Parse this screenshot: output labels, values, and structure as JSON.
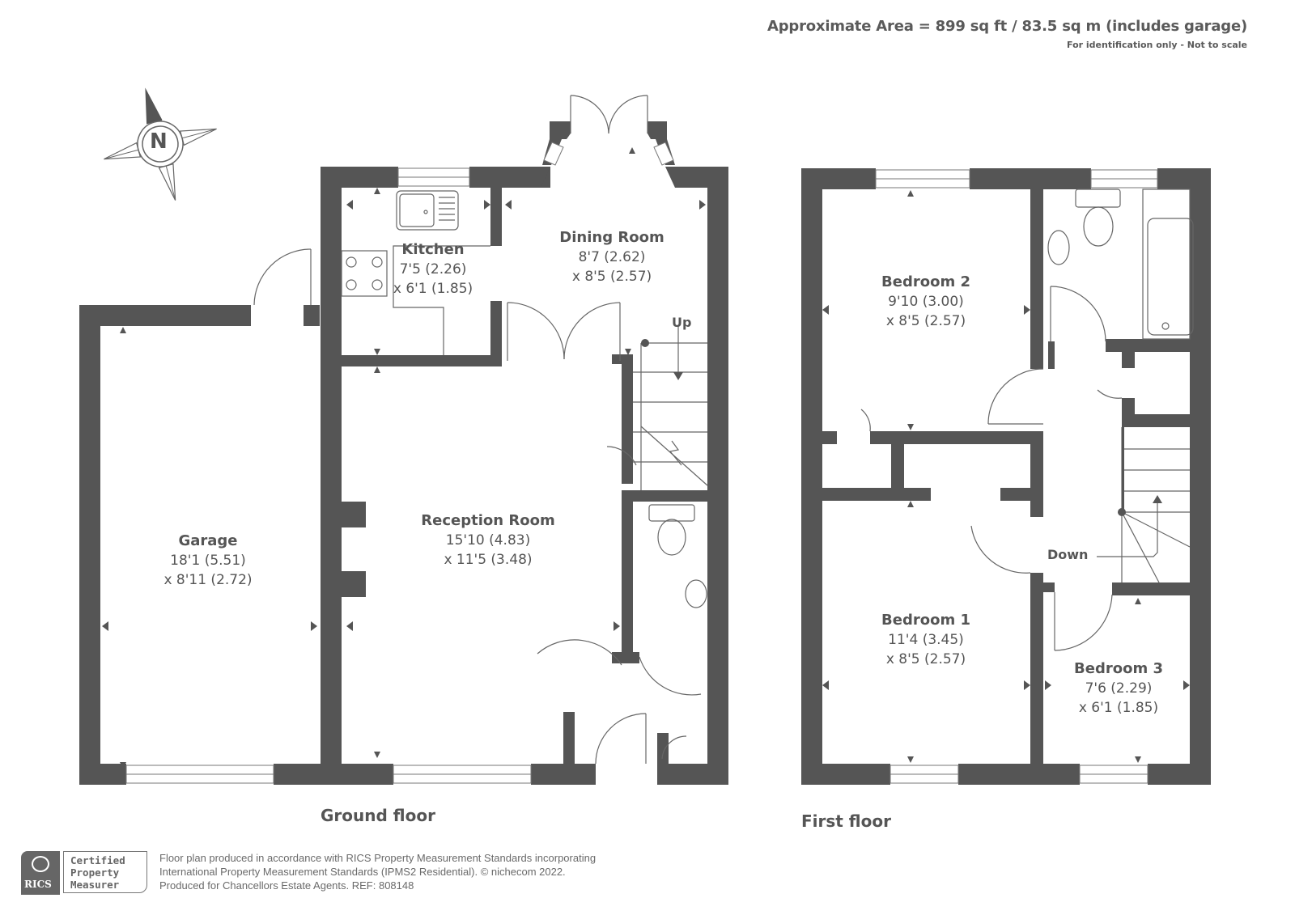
{
  "header": {
    "area_title": "Approximate Area = 899 sq ft / 83.5 sq m (includes garage)",
    "disclaimer": "For identification only - Not to scale"
  },
  "compass": {
    "label": "N",
    "icon": "north-compass-icon"
  },
  "ground_floor": {
    "label": "Ground floor",
    "rooms": [
      {
        "name": "Kitchen",
        "dim1": "7'5 (2.26)",
        "dim2": "x 6'1 (1.85)"
      },
      {
        "name": "Dining Room",
        "dim1": "8'7 (2.62)",
        "dim2": "x 8'5 (2.57)"
      },
      {
        "name": "Reception Room",
        "dim1": "15'10 (4.83)",
        "dim2": "x 11'5 (3.48)"
      },
      {
        "name": "Garage",
        "dim1": "18'1 (5.51)",
        "dim2": "x 8'11 (2.72)"
      }
    ],
    "stairs_label": "Up"
  },
  "first_floor": {
    "label": "First floor",
    "rooms": [
      {
        "name": "Bedroom 2",
        "dim1": "9'10 (3.00)",
        "dim2": "x 8'5 (2.57)"
      },
      {
        "name": "Bedroom 1",
        "dim1": "11'4 (3.45)",
        "dim2": "x 8'5 (2.57)"
      },
      {
        "name": "Bedroom 3",
        "dim1": "7'6 (2.29)",
        "dim2": "x 6'1 (1.85)"
      }
    ],
    "stairs_label": "Down"
  },
  "footer": {
    "badge": {
      "org": "RICS",
      "line1": "Certified",
      "line2": "Property",
      "line3": "Measurer"
    },
    "line1": "Floor plan produced in accordance with RICS Property Measurement Standards incorporating",
    "line2": "International Property Measurement Standards (IPMS2 Residential).   © nichecom 2022.",
    "line3": "Produced for Chancellors Estate Agents.   REF: 808148"
  },
  "colors": {
    "wall": "#555555",
    "line": "#666666",
    "background": "#ffffff"
  }
}
